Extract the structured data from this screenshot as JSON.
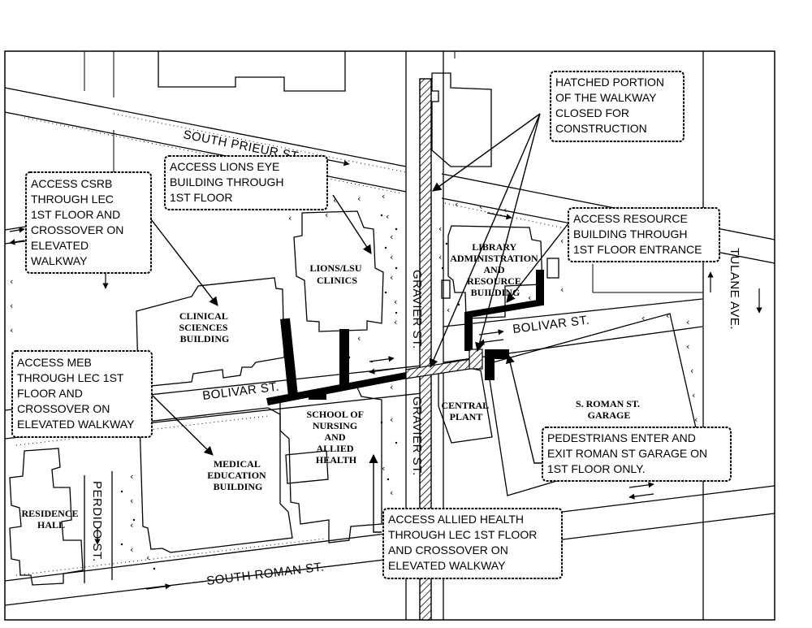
{
  "streets": {
    "south_prieur": "SOUTH PRIEUR ST.",
    "bolivar_west": "BOLIVAR ST.",
    "bolivar_east": "BOLIVAR ST.",
    "gravier_north": "GRAVIER ST.",
    "gravier_south": "GRAVIER ST.",
    "tulane": "TULANE AVE.",
    "perdido": "PERDIDO ST.",
    "south_roman": "SOUTH ROMAN ST."
  },
  "buildings": {
    "lions": [
      "LIONS/LSU",
      "CLINICS"
    ],
    "library": [
      "LIBRARY",
      "ADMINISTRATION",
      "AND",
      "RESOURCE",
      "BUILDING"
    ],
    "clinical": [
      "CLINICAL",
      "SCIENCES",
      "BUILDING"
    ],
    "school": [
      "SCHOOL OF",
      "NURSING",
      "AND",
      "ALLIED",
      "HEALTH"
    ],
    "central": [
      "CENTRAL",
      "PLANT"
    ],
    "garage": [
      "S. ROMAN ST.",
      "GARAGE"
    ],
    "medical": [
      "MEDICAL",
      "EDUCATION",
      "BUILDING"
    ],
    "residence": [
      "RESIDENCE",
      "HALL"
    ]
  },
  "callouts": {
    "hatched": [
      "HATCHED PORTION",
      "OF THE WALKWAY",
      "CLOSED FOR",
      "CONSTRUCTION"
    ],
    "lions": [
      "ACCESS LIONS EYE",
      "BUILDING THROUGH",
      "1ST FLOOR"
    ],
    "csrb": [
      "ACCESS CSRB",
      "THROUGH LEC",
      "1ST FLOOR AND",
      "CROSSOVER ON",
      "ELEVATED",
      "WALKWAY"
    ],
    "resource": [
      "ACCESS RESOURCE",
      "BUILDING THROUGH",
      "1ST FLOOR ENTRANCE"
    ],
    "meb": [
      "ACCESS MEB",
      "THROUGH LEC 1ST",
      "FLOOR AND",
      "CROSSOVER ON",
      "ELEVATED WALKWAY"
    ],
    "pedestrians": [
      "PEDESTRIANS ENTER AND",
      "EXIT ROMAN ST GARAGE ON",
      "1ST FLOOR ONLY."
    ],
    "allied": [
      "ACCESS ALLIED HEALTH",
      "THROUGH LEC 1ST FLOOR",
      "AND CROSSOVER ON",
      "ELEVATED WALKWAY"
    ]
  }
}
